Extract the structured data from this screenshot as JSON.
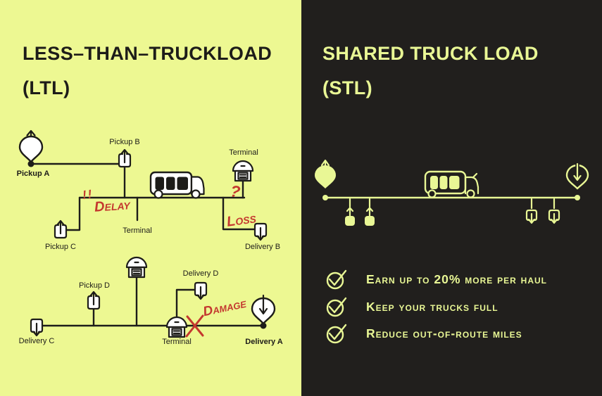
{
  "ltl": {
    "title": "LESS–THAN–TRUCKLOAD",
    "subtitle": "(LTL)",
    "labels": {
      "pickup_a": "Pickup A",
      "pickup_b": "Pickup B",
      "pickup_c": "Pickup C",
      "pickup_d": "Pickup D",
      "terminal_top": "Terminal",
      "terminal_mid": "Terminal",
      "terminal_bottom": "Terminal",
      "delivery_a": "Delivery A",
      "delivery_b": "Delivery B",
      "delivery_c": "Delivery C",
      "delivery_d": "Delivery D"
    },
    "annotations": {
      "delay_marks": "!!",
      "delay": "Delay",
      "loss_mark": "?",
      "loss": "Loss",
      "damage": "Damage"
    }
  },
  "stl": {
    "title": "SHARED TRUCK LOAD",
    "subtitle": "(STL)",
    "benefits": [
      "Earn up to 20% more per haul",
      "Keep your trucks full",
      "Reduce out-of-route miles"
    ]
  },
  "colors": {
    "ltl_bg": "#edf892",
    "stl_bg": "#211f1d",
    "accent": "#e9f795",
    "ink": "#1d1c19",
    "annotation_red": "#c4382f"
  }
}
